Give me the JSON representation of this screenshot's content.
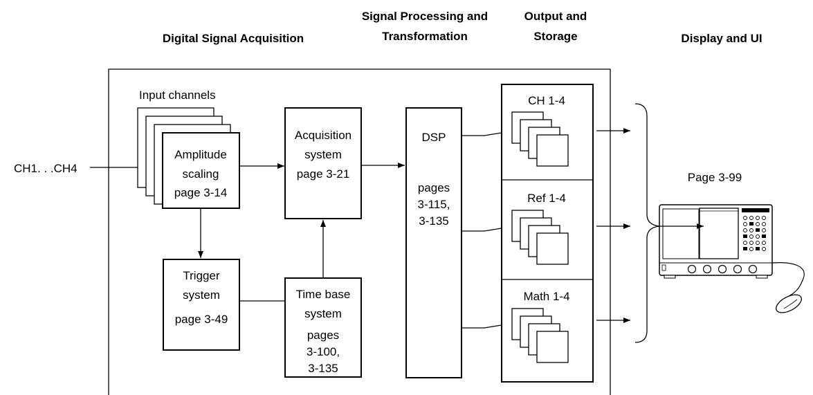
{
  "headers": {
    "acquisition": "Digital Signal Acquisition",
    "processing_line1": "Signal Processing and",
    "processing_line2": "Transformation",
    "output_line1": "Output and",
    "output_line2": "Storage",
    "display": "Display and UI"
  },
  "input": {
    "label": "CH1. . .CH4",
    "channels_label": "Input channels"
  },
  "amplitude": {
    "line1": "Amplitude",
    "line2": "scaling",
    "line3": "page 3-14"
  },
  "acquisition": {
    "line1": "Acquisition",
    "line2": "system",
    "line3": "page 3-21"
  },
  "trigger": {
    "line1": "Trigger",
    "line2": "system",
    "line3": "page 3-49"
  },
  "timebase": {
    "line1": "Time base",
    "line2": "system",
    "line3": "pages",
    "line4": "3-100,",
    "line5": "3-135"
  },
  "dsp": {
    "line1": "DSP",
    "line2": "pages",
    "line3": "3-115,",
    "line4": "3-135"
  },
  "storage": {
    "ch": "CH 1-4",
    "ref": "Ref 1-4",
    "math": "Math 1-4"
  },
  "display": {
    "page": "Page 3-99"
  },
  "icons": {
    "oscilloscope": "oscilloscope-icon",
    "mouse": "mouse-icon"
  }
}
